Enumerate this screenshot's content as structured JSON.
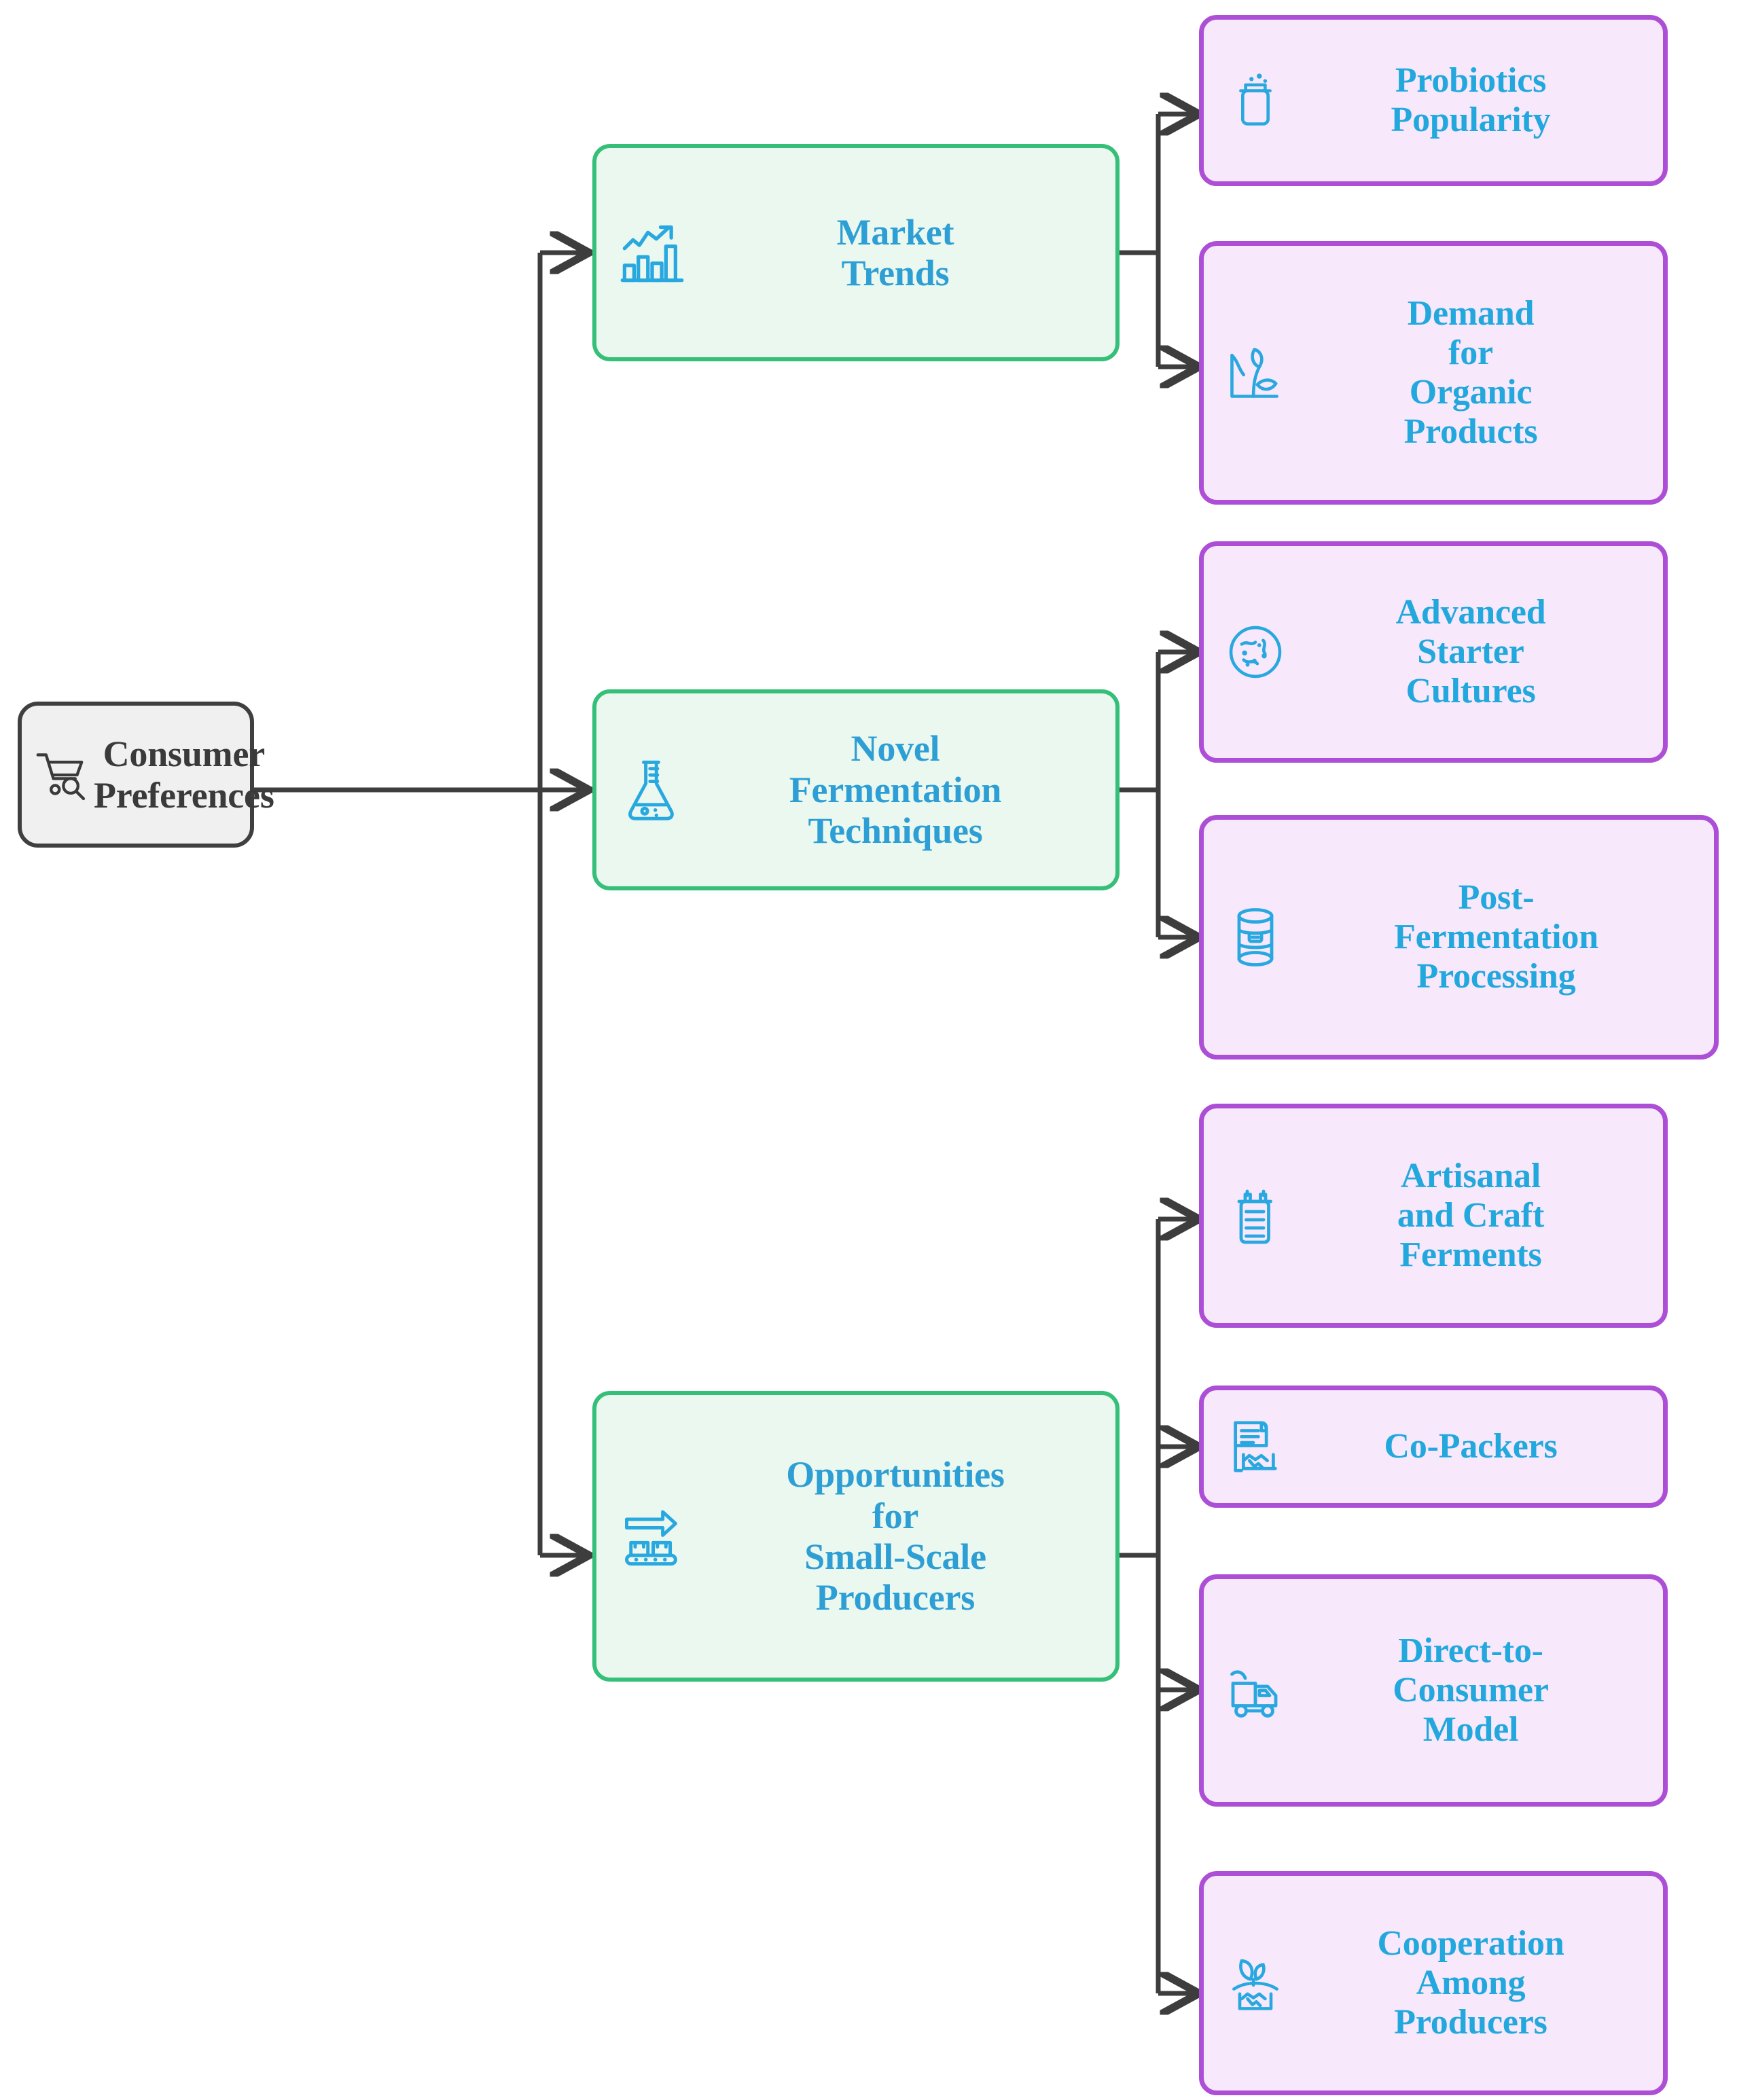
{
  "diagram": {
    "type": "mind-map",
    "orientation": "left-to-right",
    "title": "Consumer Preferences",
    "colors": {
      "root_fill": "#f0f0f0",
      "root_border": "#3f3f3f",
      "root_text": "#3a3a3a",
      "branch_fill": "#eaf8f0",
      "branch_border": "#36bf79",
      "branch_text": "#2e9fd4",
      "leaf_fill": "#f7e8fc",
      "leaf_border": "#ad4ed6",
      "leaf_text": "#22a8dd",
      "connector": "#3d3d3d",
      "icon": "#29a8e0",
      "background": "#ffffff"
    }
  },
  "root": {
    "label": "Consumer\nPreferences",
    "icon": "shopping-cart-search-icon"
  },
  "branches": [
    {
      "id": "market-trends",
      "label": "Market\nTrends",
      "icon": "bar-chart-trend-icon",
      "children": [
        {
          "id": "probiotics-popularity",
          "label": "Probiotics\nPopularity",
          "icon": "probiotic-jar-icon"
        },
        {
          "id": "demand-organic-products",
          "label": "Demand\nfor\nOrganic\nProducts",
          "icon": "sprout-growth-icon"
        }
      ]
    },
    {
      "id": "novel-fermentation-techniques",
      "label": "Novel\nFermentation\nTechniques",
      "icon": "lab-flask-icon",
      "children": [
        {
          "id": "advanced-starter-cultures",
          "label": "Advanced\nStarter\nCultures",
          "icon": "petri-dish-microbe-icon"
        },
        {
          "id": "post-fermentation-processing",
          "label": "Post-\nFermentation\nProcessing",
          "icon": "fermentation-barrel-icon"
        }
      ]
    },
    {
      "id": "opportunities-small-scale-producers",
      "label": "Opportunities\nfor\nSmall-Scale\nProducers",
      "icon": "conveyor-belt-arrow-icon",
      "children": [
        {
          "id": "artisanal-craft-ferments",
          "label": "Artisanal\nand Craft\nFerments",
          "icon": "fermentation-crock-icon"
        },
        {
          "id": "co-packers",
          "label": "Co-Packers",
          "icon": "contract-handshake-icon"
        },
        {
          "id": "direct-to-consumer-model",
          "label": "Direct-to-\nConsumer\nModel",
          "icon": "delivery-truck-icon"
        },
        {
          "id": "cooperation-among-producers",
          "label": "Cooperation\nAmong\nProducers",
          "icon": "handshake-sprout-icon"
        }
      ]
    }
  ]
}
